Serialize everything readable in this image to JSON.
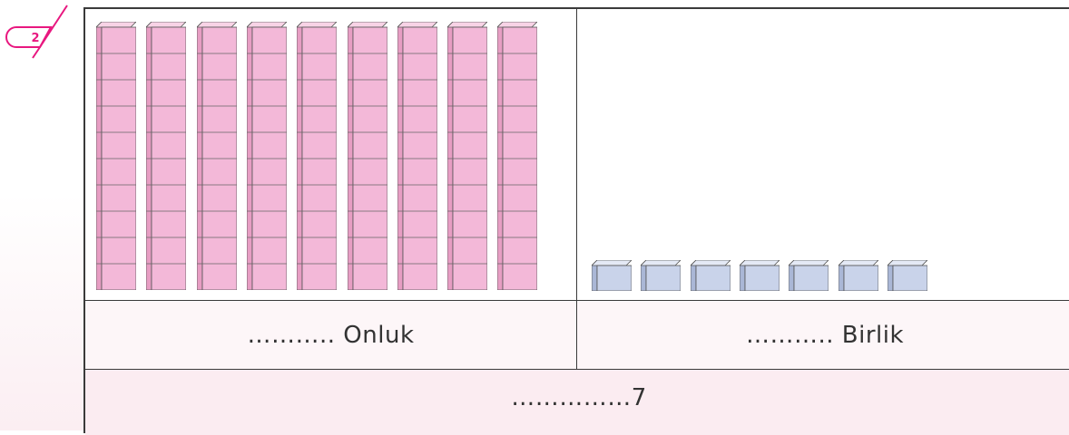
{
  "badge": {
    "number": "2"
  },
  "colors": {
    "accent": "#e8177f",
    "rod": "#f3b8d8",
    "cube": "#c9d3ea",
    "border": "#3a3a3a"
  },
  "blocks": {
    "tens_rods": 9,
    "ones_cubes": 7
  },
  "labels": {
    "tens": "……….. Onluk",
    "ones": "……….. Birlik",
    "total": "……………7"
  }
}
